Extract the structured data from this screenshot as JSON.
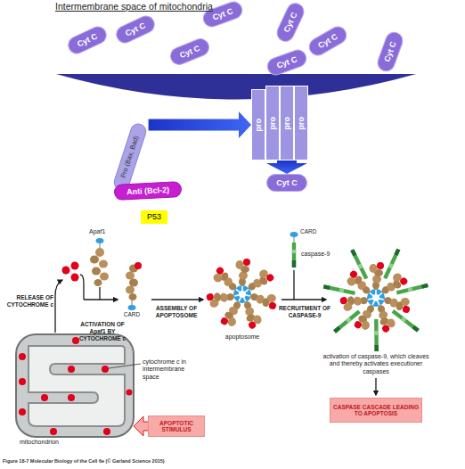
{
  "diagram": {
    "caption": "Figure 18-7 Molecular Biology of the Cell 6e (© Garland Science 2015)",
    "nodes": [
      {
        "text": [
          "Cyt C"
        ]
      },
      {
        "text": [
          "Cyt C"
        ]
      },
      {
        "text": [
          "Cyt C"
        ]
      },
      {
        "text": [
          "Cyt C"
        ]
      },
      {
        "text": [
          "Cyt C"
        ]
      },
      {
        "text": [
          "Cyt C"
        ]
      },
      {
        "text": [
          "Cyt C"
        ]
      },
      {
        "text": [
          "Cyt C"
        ]
      },
      {
        "text": [
          "pro"
        ]
      },
      {
        "text": [
          "pro"
        ]
      },
      {
        "text": [
          "pro"
        ]
      },
      {
        "text": [
          "pro"
        ]
      },
      {
        "text": [
          "Pro (Bax, Bad)"
        ]
      },
      {
        "text": [
          "Cyt C"
        ]
      },
      {
        "text": [
          "Anti (Bcl-2)"
        ]
      },
      {
        "text": [
          "P53"
        ]
      },
      {
        "text": [
          "CASPASE CASCADE LEADING TO APOPTOSIS"
        ]
      },
      {
        "text": [
          "APOPTOTIC STIMULUS"
        ]
      }
    ],
    "edges": [
      {
        "from": 12,
        "to": 8,
        "arrow": "to"
      },
      {
        "from": 10,
        "to": 13,
        "arrow": "to"
      }
    ],
    "labels": [
      "Intermembrane space of mitochondria",
      "Apaf1",
      "CARD",
      "CARD",
      "caspase-9",
      "RELEASE OF CYTOCHROME c",
      "ACTIVATION OF Apaf1 BY CYTOCHROME c",
      "ASSEMBLY OF APOPTOSOME",
      "apoptosome",
      "RECRUITMENT OF CASPASE-9",
      "activation of caspase-9, which cleaves and thereby activates executioner caspases",
      "cytochrome c in intermembrane space",
      "mitochondrion"
    ]
  }
}
